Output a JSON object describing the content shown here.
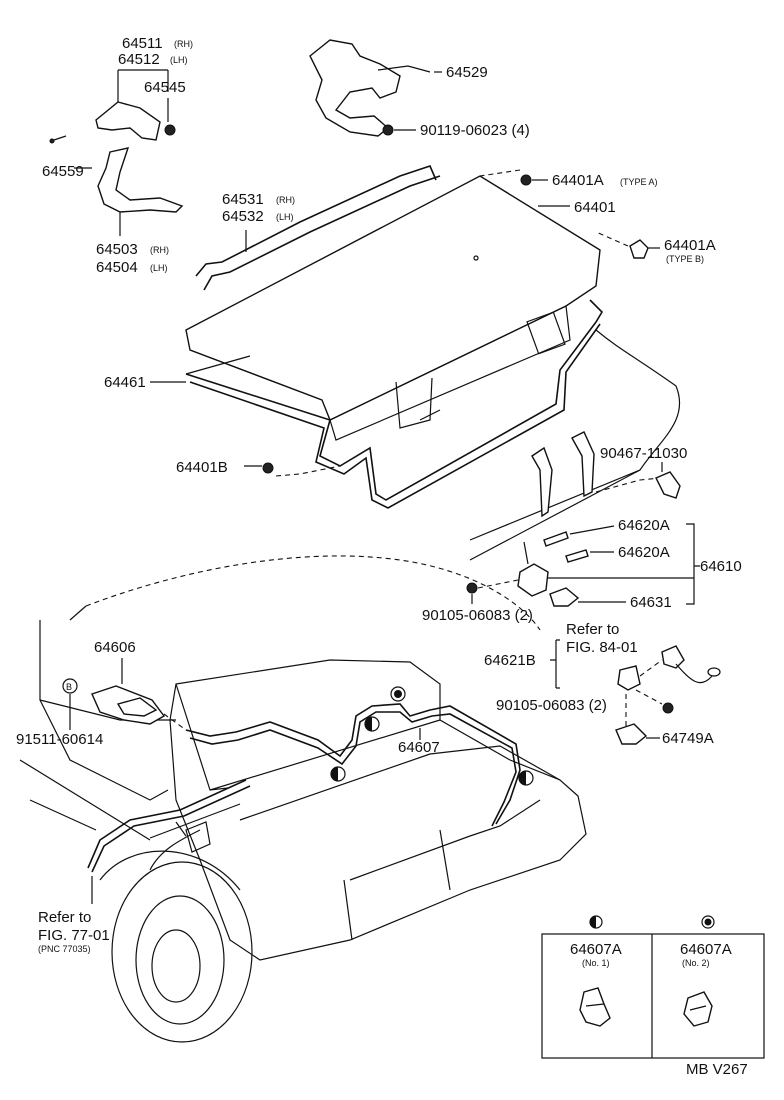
{
  "labels": {
    "p64511": "64511",
    "p64511_sfx": "(RH)",
    "p64512": "64512",
    "p64512_sfx": "(LH)",
    "p64545": "64545",
    "p64559": "64559",
    "p64503": "64503",
    "p64503_sfx": "(RH)",
    "p64504": "64504",
    "p64504_sfx": "(LH)",
    "p64529": "64529",
    "p90119": "90119-06023 (4)",
    "p64401A_a": "64401A",
    "p64401A_a_sfx": "(TYPE A)",
    "p64401": "64401",
    "p64531": "64531",
    "p64531_sfx": "(RH)",
    "p64532": "64532",
    "p64532_sfx": "(LH)",
    "p64401A_b": "64401A",
    "p64401A_b_sfx": "(TYPE B)",
    "p64461": "64461",
    "p64401B": "64401B",
    "p90467": "90467-11030",
    "p64620A_1": "64620A",
    "p64620A_2": "64620A",
    "p64610": "64610",
    "p90105_1": "90105-06083 (2)",
    "p64631": "64631",
    "refer84_1": "Refer to",
    "refer84_2": "FIG. 84-01",
    "p64621B": "64621B",
    "p90105_2": "90105-06083 (2)",
    "p64749A": "64749A",
    "p64606": "64606",
    "b_marker": "B",
    "p91511": "91511-60614",
    "p64607": "64607",
    "refer77_1": "Refer to",
    "refer77_2": "FIG. 77-01",
    "refer77_3": "(PNC 77035)",
    "box1_part": "64607A",
    "box1_no": "(No. 1)",
    "box2_part": "64607A",
    "box2_no": "(No. 2)",
    "code": "MB V267"
  }
}
